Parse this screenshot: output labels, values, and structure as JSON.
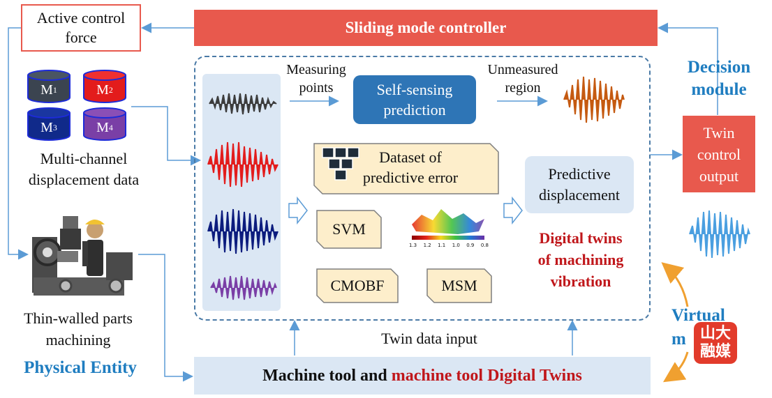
{
  "header": {
    "controller": "Sliding mode controller"
  },
  "left": {
    "active_control": [
      "Active control",
      "force"
    ],
    "channels": [
      {
        "label": "M",
        "sub": "1",
        "color": "#3b4450"
      },
      {
        "label": "M",
        "sub": "2",
        "color": "#e31c1c"
      },
      {
        "label": "M",
        "sub": "3",
        "color": "#102a8a"
      },
      {
        "label": "M",
        "sub": "4",
        "color": "#7a3fa6"
      }
    ],
    "multi_channel": [
      "Multi-channel",
      "displacement data"
    ],
    "thin_walled": [
      "Thin-walled parts",
      "machining"
    ],
    "physical_entity": "Physical Entity"
  },
  "center": {
    "measuring": [
      "Measuring",
      "points"
    ],
    "self_sensing": [
      "Self-sensing",
      "prediction"
    ],
    "unmeasured": [
      "Unmeasured",
      "region"
    ],
    "dataset": [
      "Dataset of",
      "predictive error"
    ],
    "predictive_disp": [
      "Predictive",
      "displacement"
    ],
    "models": [
      "SVM",
      "CMOBF",
      "MSM"
    ],
    "heatmap_scale": [
      "1.3",
      "1.2",
      "1.1",
      "1.0",
      "0.9",
      "0.8"
    ],
    "digital_twins": [
      "Digital twins",
      "of machining",
      "vibration"
    ],
    "twin_input": "Twin data input"
  },
  "right": {
    "decision": [
      "Decision",
      "module"
    ],
    "twin_output": [
      "Twin",
      "control",
      "output"
    ],
    "virtual": [
      "Virtual",
      "m"
    ],
    "logo": [
      "山大",
      "融媒"
    ]
  },
  "bottom": {
    "part1": "Machine tool and ",
    "part2": "machine tool Digital Twins"
  },
  "colors": {
    "accent_red": "#e8594d",
    "dark_red": "#c0171b",
    "blue_text": "#1f7dc0",
    "arrow": "#5b9bd5"
  }
}
